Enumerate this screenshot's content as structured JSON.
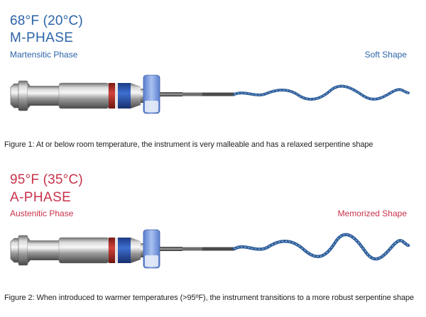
{
  "figure1": {
    "temperature": "68°F (20°C)",
    "phase": "M-PHASE",
    "phase_name": "Martensitic Phase",
    "shape_label": "Soft Shape",
    "caption": "Figure 1: At or below room temperature, the instrument is very malleable and has a relaxed serpentine shape",
    "color": "#2b63a8"
  },
  "figure2": {
    "temperature": "95°F (35°C)",
    "phase": "A-PHASE",
    "phase_name": "Austenitic Phase",
    "shape_label": "Memorized Shape",
    "caption": "Figure 2: When introduced to warmer temperatures (>95ºF), the instrument transitions to a more robust serpentine shape",
    "color": "#c8324a"
  },
  "icons": [
    "endodontic-file-instrument"
  ]
}
